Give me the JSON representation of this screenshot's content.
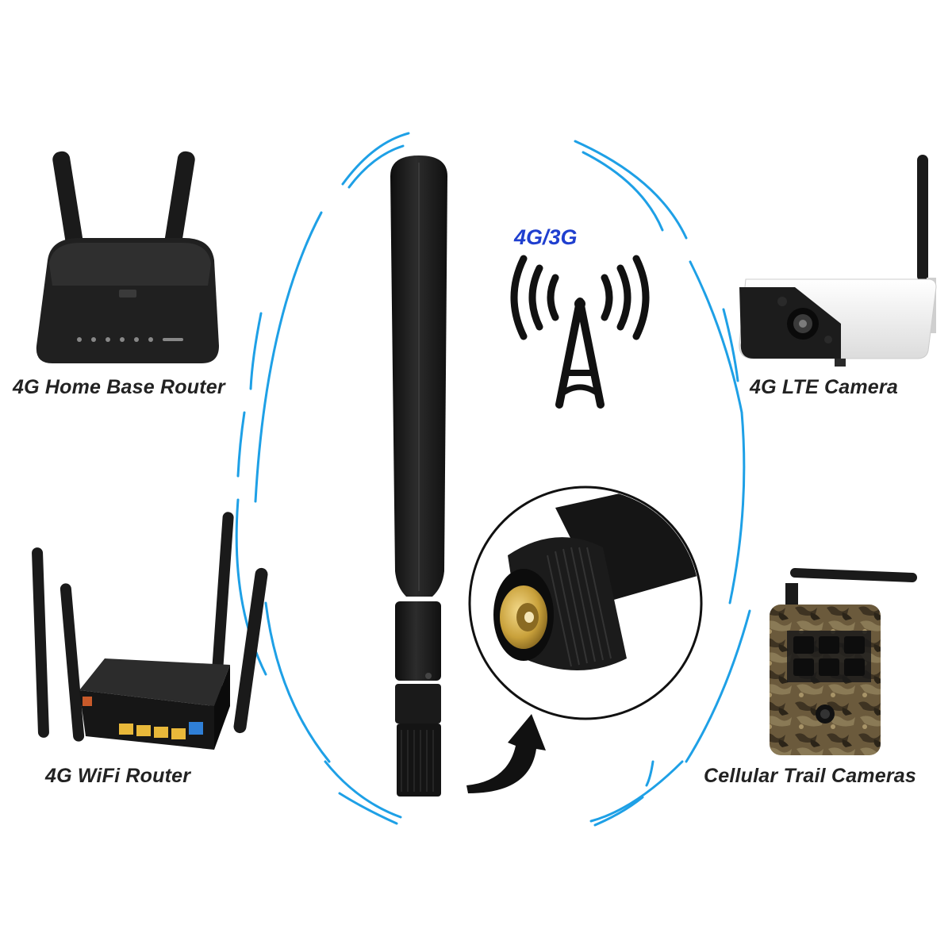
{
  "signal_label": "4G/3G",
  "devices": {
    "home_router": {
      "label": "4G Home Base Router"
    },
    "lte_camera": {
      "label": "4G LTE Camera"
    },
    "wifi_router": {
      "label": "4G WiFi Router"
    },
    "trail_cameras": {
      "label": "Cellular Trail Cameras"
    }
  },
  "colors": {
    "background": "#ffffff",
    "signal_arc": "#1ea0e6",
    "signal_label": "#1f3fcf",
    "antenna": "#1c1c1c",
    "connector_gold": "#c9a13b",
    "camera_body": "#f4f4f4",
    "camo": "#6b5a3c"
  },
  "icons": [
    "cell-tower-icon",
    "curved-arrow-icon"
  ]
}
